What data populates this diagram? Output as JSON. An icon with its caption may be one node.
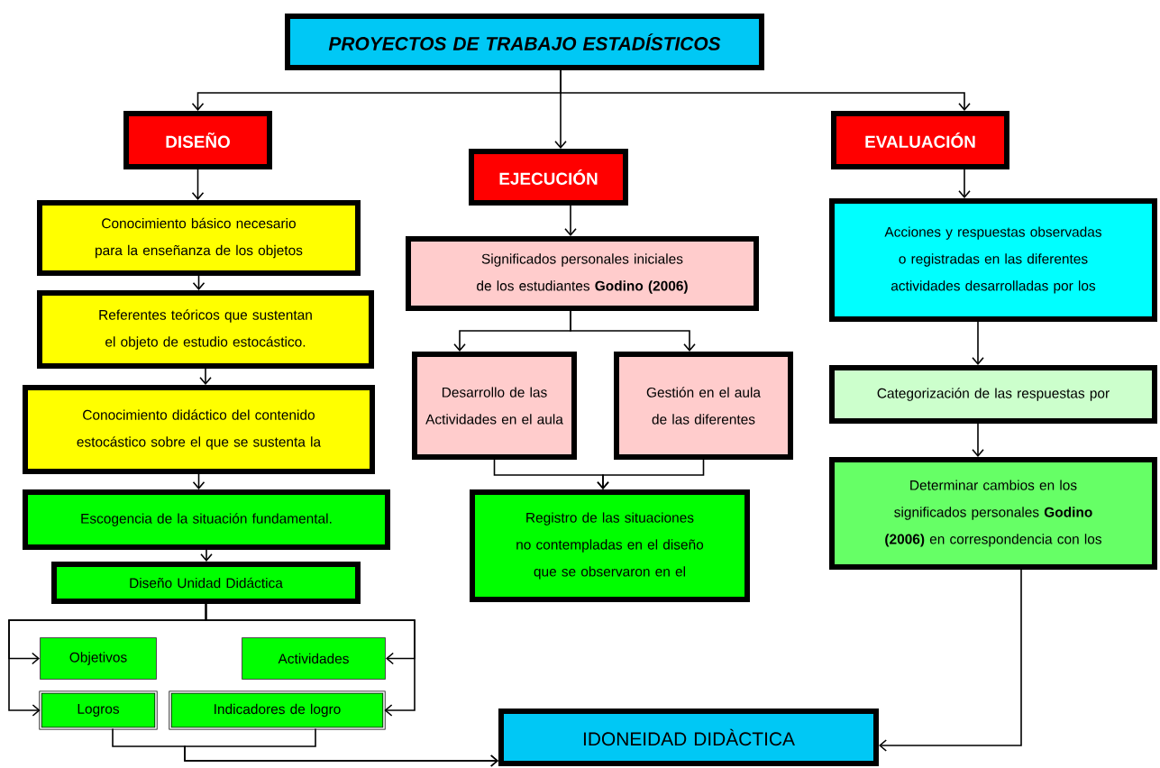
{
  "diagram": {
    "nodes": [
      {
        "text": [
          "PROYECTOS DE TRABAJO ESTADÍSTICOS"
        ]
      },
      {
        "text": [
          "DISEÑO"
        ]
      },
      {
        "text": [
          "EJECUCIÓN"
        ]
      },
      {
        "text": [
          "EVALUACIÓN"
        ]
      },
      {
        "text": [
          "Conocimiento básico necesario para la enseñanza de los objetos"
        ]
      },
      {
        "text": [
          "Referentes teóricos que sustentan el objeto de estudio estocástico."
        ]
      },
      {
        "text": [
          "Conocimiento didáctico del contenido estocástico sobre el que se sustenta la"
        ]
      },
      {
        "text": [
          "Escogencia de la situación fundamental."
        ]
      },
      {
        "text": [
          "Diseño Unidad Didáctica"
        ]
      },
      {
        "text": [
          "Objetivos"
        ]
      },
      {
        "text": [
          "Actividades"
        ]
      },
      {
        "text": [
          "Logros"
        ]
      },
      {
        "text": [
          "Indicadores de logro"
        ]
      },
      {
        "text": [
          "Significados personales iniciales de los estudiantes **Godino (2006)**"
        ]
      },
      {
        "text": [
          "Desarrollo de las Actividades en el aula"
        ]
      },
      {
        "text": [
          "Gestión en el aula de las diferentes"
        ]
      },
      {
        "text": [
          "Registro de las situaciones no contempladas en el diseño que se observaron en el"
        ]
      },
      {
        "text": [
          "Acciones y respuestas observadas o registradas en las diferentes actividades desarrolladas por los"
        ]
      },
      {
        "text": [
          "Categorización de las respuestas por"
        ]
      },
      {
        "text": [
          "Determinar cambios en los significados personales **Godino (2006)** en correspondencia con los"
        ]
      },
      {
        "text": [
          "IDONEIDAD DIDÀCTICA"
        ]
      }
    ],
    "edges": [
      {
        "from": 0,
        "to": 1,
        "arrow": "to"
      },
      {
        "from": 0,
        "to": 2,
        "arrow": "to"
      },
      {
        "from": 0,
        "to": 3,
        "arrow": "to"
      },
      {
        "from": 1,
        "to": 4,
        "arrow": "to"
      },
      {
        "from": 4,
        "to": 5,
        "arrow": "to"
      },
      {
        "from": 5,
        "to": 6,
        "arrow": "to"
      },
      {
        "from": 6,
        "to": 7,
        "arrow": "to"
      },
      {
        "from": 7,
        "to": 8,
        "arrow": "to"
      },
      {
        "from": 8,
        "to": 9,
        "arrow": "to"
      },
      {
        "from": 8,
        "to": 11,
        "arrow": "to"
      },
      {
        "from": 8,
        "to": 10,
        "arrow": "to"
      },
      {
        "from": 8,
        "to": 12,
        "arrow": "to"
      },
      {
        "from": 11,
        "to": 20,
        "arrow": "to"
      },
      {
        "from": 12,
        "to": 20,
        "arrow": "to"
      },
      {
        "from": 2,
        "to": 13,
        "arrow": "to"
      },
      {
        "from": 13,
        "to": 14,
        "arrow": "to"
      },
      {
        "from": 13,
        "to": 15,
        "arrow": "to"
      },
      {
        "from": 14,
        "to": 16,
        "arrow": "to"
      },
      {
        "from": 15,
        "to": 16,
        "arrow": "to"
      },
      {
        "from": 3,
        "to": 17,
        "arrow": "to"
      },
      {
        "from": 17,
        "to": 18,
        "arrow": "to"
      },
      {
        "from": 18,
        "to": 19,
        "arrow": "to"
      },
      {
        "from": 19,
        "to": 20,
        "arrow": "to"
      }
    ]
  }
}
